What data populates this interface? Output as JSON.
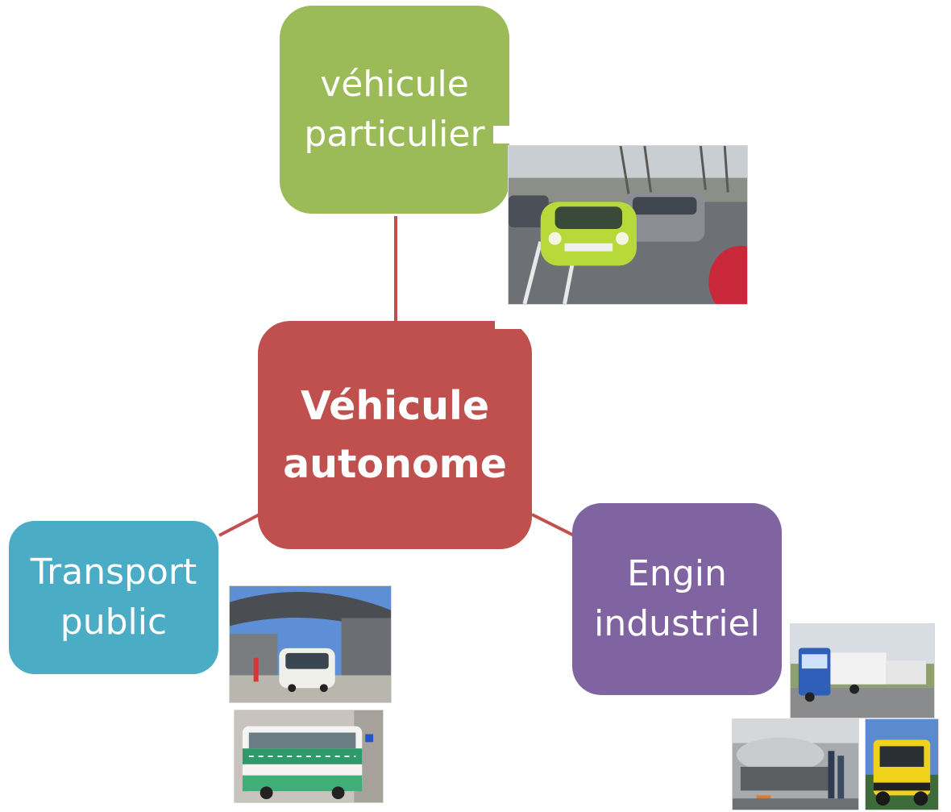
{
  "center": {
    "line1": "Véhicule",
    "line2": "autonome",
    "color": "#c0504d"
  },
  "branches": [
    {
      "line1": "véhicule",
      "line2": "particulier",
      "color": "#9bbb59"
    },
    {
      "line1": "Transport",
      "line2": "public",
      "color": "#4bacc6"
    },
    {
      "line1": "Engin",
      "line2": "industriel",
      "color": "#8064a2"
    }
  ],
  "connector_color": "#c0504d"
}
